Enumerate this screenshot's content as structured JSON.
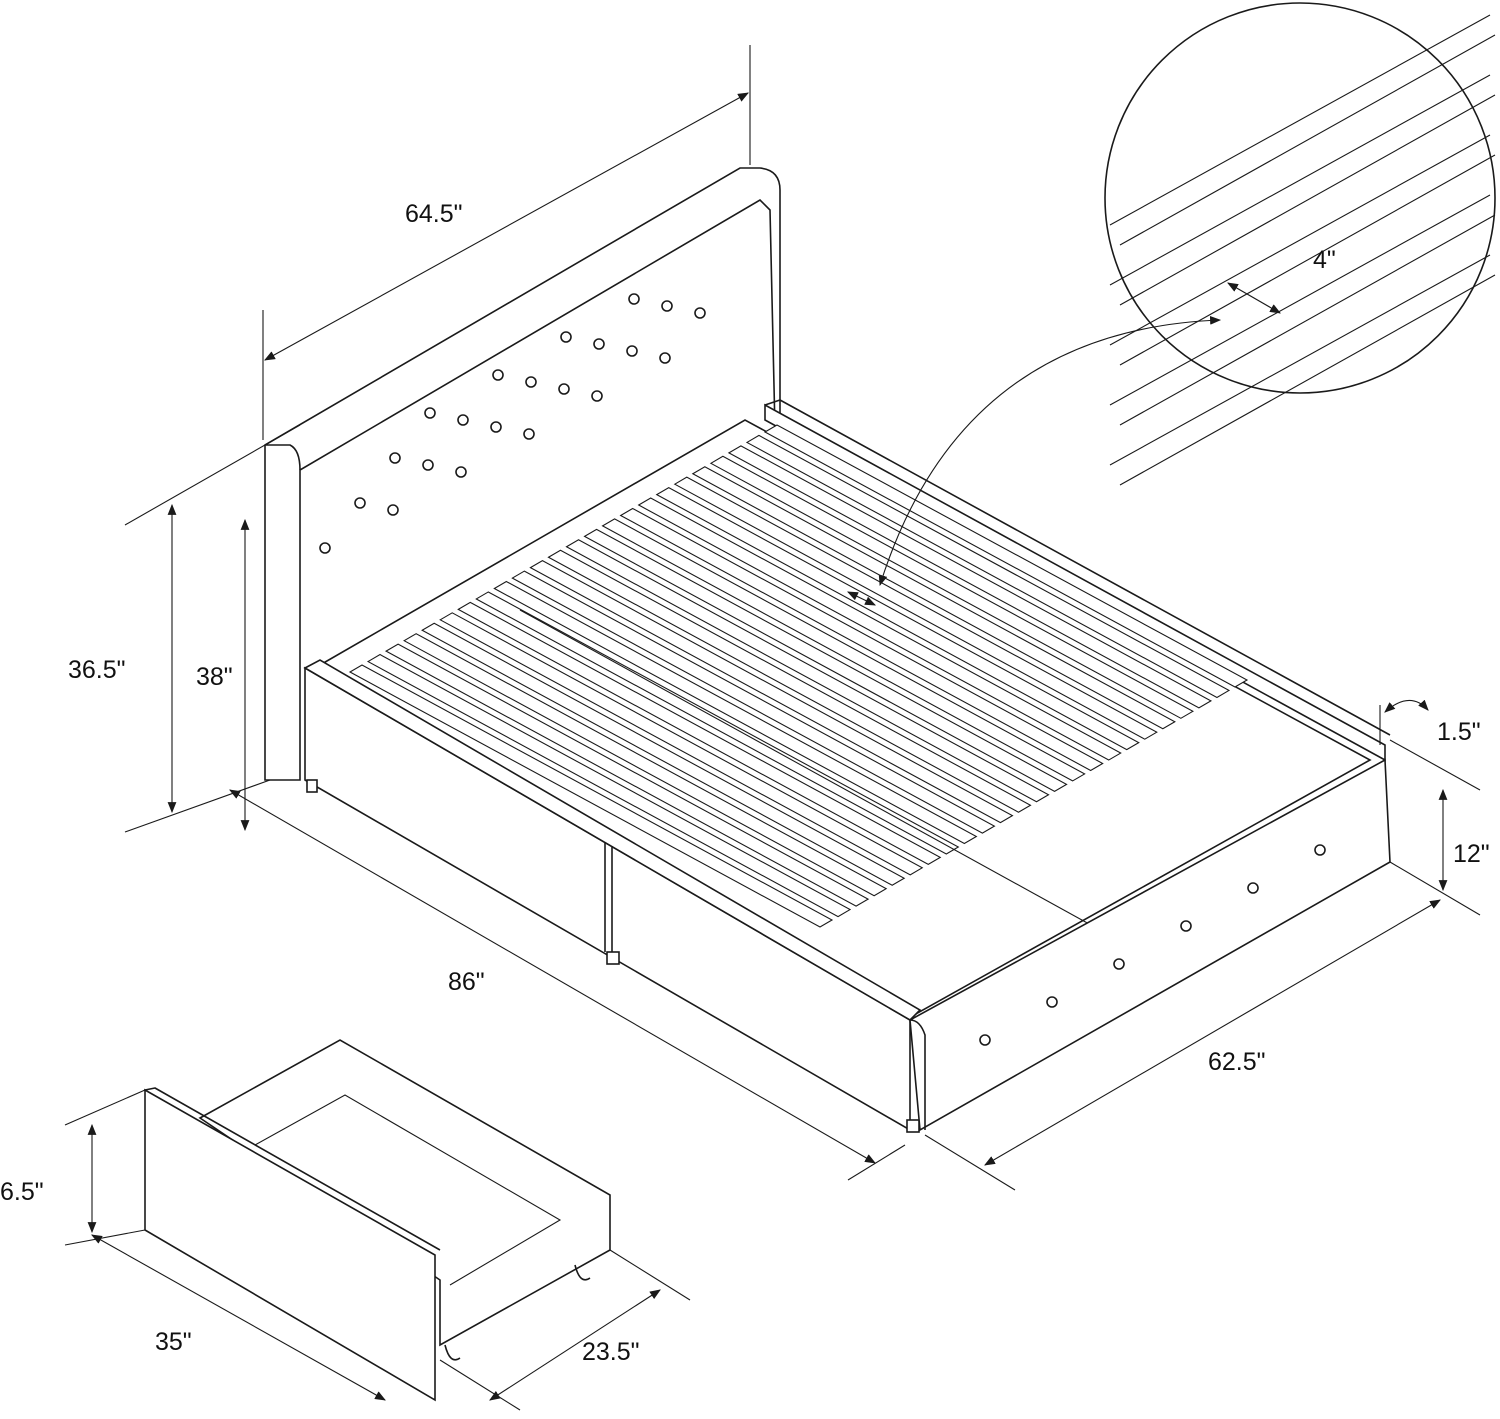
{
  "title": "Upholstered bed with storage drawers - dimensions diagram",
  "dimensions": {
    "headboard_width": "64.5\"",
    "slat_spacing": "4\"",
    "headboard_height": "36.5\"",
    "headboard_height_inner": "38\"",
    "slat_thickness": "1.5\"",
    "footboard_height": "12\"",
    "bed_length": "86\"",
    "bed_width": "62.5\"",
    "drawer_height": "6.5\"",
    "drawer_length": "35\"",
    "drawer_depth": "23.5\""
  },
  "colors": {
    "line": "#1a1a1a",
    "background": "#ffffff"
  }
}
